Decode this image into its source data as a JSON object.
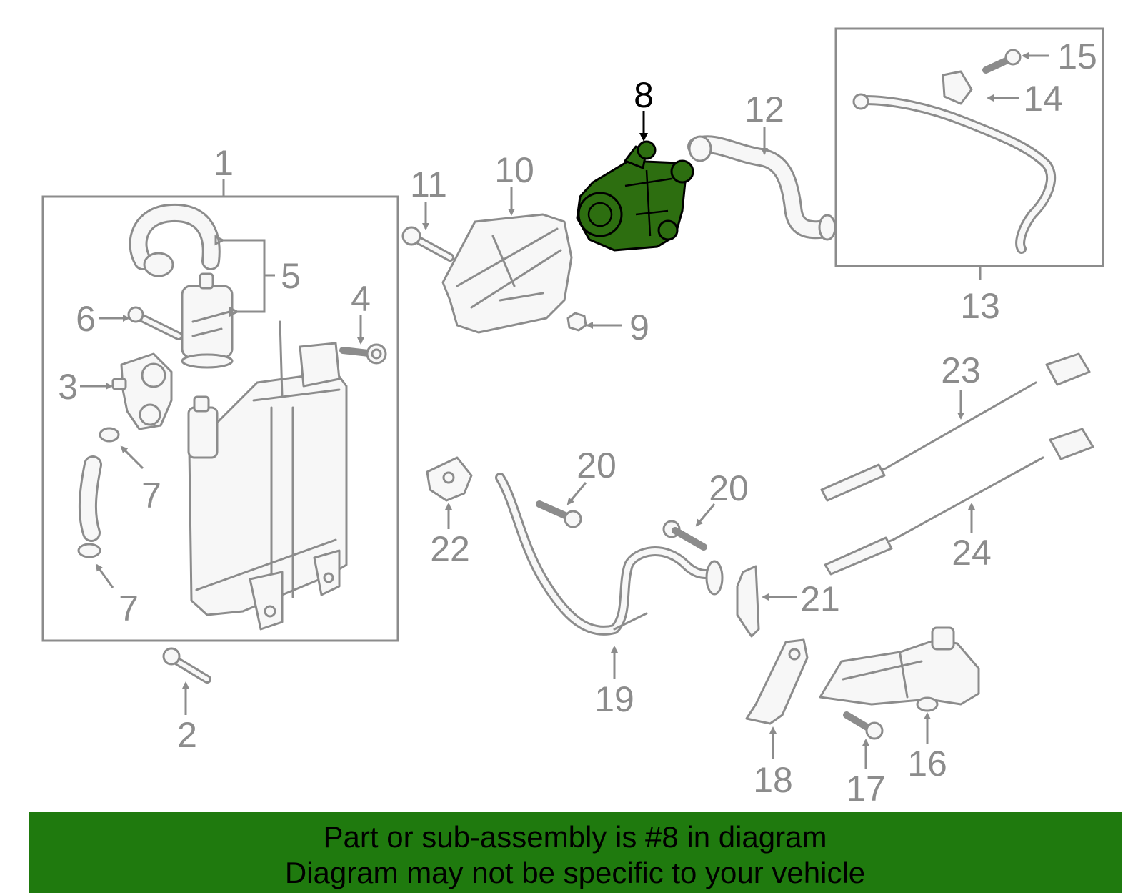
{
  "diagram": {
    "highlight_color": "#2d6e10",
    "callouts": [
      {
        "id": "c1",
        "text": "1"
      },
      {
        "id": "c2",
        "text": "2"
      },
      {
        "id": "c3",
        "text": "3"
      },
      {
        "id": "c4",
        "text": "4"
      },
      {
        "id": "c5",
        "text": "5"
      },
      {
        "id": "c6",
        "text": "6"
      },
      {
        "id": "c7a",
        "text": "7"
      },
      {
        "id": "c7b",
        "text": "7"
      },
      {
        "id": "c8",
        "text": "8"
      },
      {
        "id": "c9",
        "text": "9"
      },
      {
        "id": "c10",
        "text": "10"
      },
      {
        "id": "c11",
        "text": "11"
      },
      {
        "id": "c12",
        "text": "12"
      },
      {
        "id": "c13",
        "text": "13"
      },
      {
        "id": "c14",
        "text": "14"
      },
      {
        "id": "c15",
        "text": "15"
      },
      {
        "id": "c16",
        "text": "16"
      },
      {
        "id": "c17",
        "text": "17"
      },
      {
        "id": "c18",
        "text": "18"
      },
      {
        "id": "c19",
        "text": "19"
      },
      {
        "id": "c20a",
        "text": "20"
      },
      {
        "id": "c20b",
        "text": "20"
      },
      {
        "id": "c21",
        "text": "21"
      },
      {
        "id": "c22",
        "text": "22"
      },
      {
        "id": "c23",
        "text": "23"
      },
      {
        "id": "c24",
        "text": "24"
      }
    ]
  },
  "banner": {
    "line1": "Part or sub-assembly is #8 in diagram",
    "line2": "Diagram may not be specific to your vehicle",
    "background": "#1f7a0e"
  }
}
